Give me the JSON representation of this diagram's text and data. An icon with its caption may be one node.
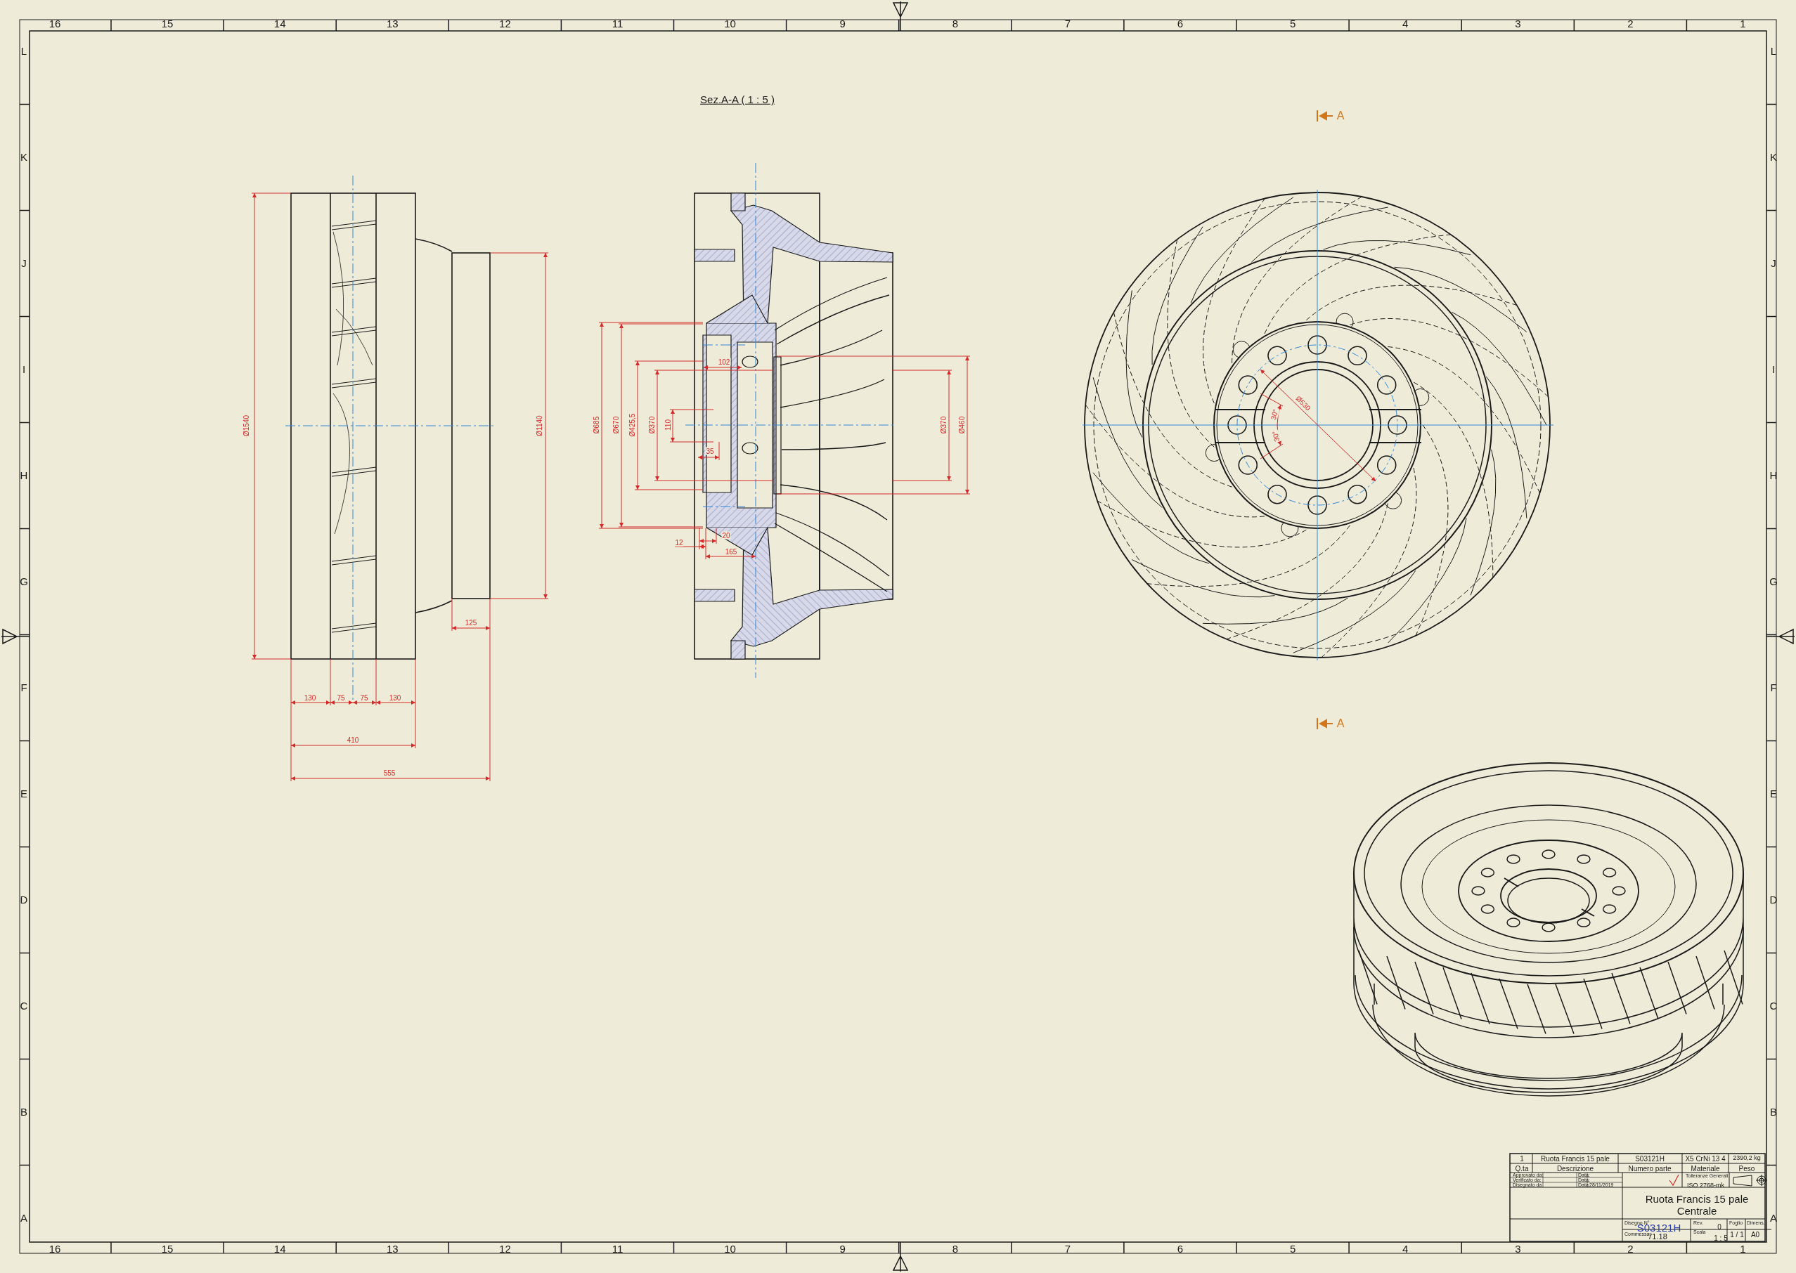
{
  "diagram": {
    "labels": [
      "16",
      "15",
      "14",
      "13",
      "12",
      "11",
      "10",
      "9",
      "8",
      "7",
      "6",
      "5",
      "4",
      "3",
      "2",
      "1",
      "Sez.A-A ( 1 : 5 )",
      "A",
      "Ø1540",
      "Ø1140",
      "125",
      "130",
      "75",
      "75",
      "130",
      "410",
      "555",
      "102",
      "Ø685",
      "Ø670",
      "Ø425,5",
      "Ø370",
      "110",
      "35",
      "Ø370",
      "Ø460",
      "20",
      "12",
      "165",
      "Ø530",
      "30°",
      "30°",
      "A",
      "1",
      "Ruota Francis 15 pale",
      "S03121H",
      "X5 CrNi 13 4",
      "2390,2 kg",
      "Q.ta",
      "Descrizione",
      "Numero parte",
      "Materiale",
      "Peso",
      "Approvato da:",
      "Data:",
      "Verificato da:",
      "Data:",
      "Disegnato da",
      "Data:",
      "28/11/2019",
      "Tolleranze Generali:",
      "ISO 2768-mk",
      "Ruota Francis 15 pale Centrale",
      "Disegno N°:",
      "S03121H",
      "Rev.",
      "0",
      "Foglio",
      "1 / 1",
      "Dimens.",
      "A0",
      "Commessa:",
      "71.18",
      "Scala",
      "1 : 5",
      "L",
      "K",
      "J",
      "I",
      "H",
      "G",
      "F",
      "E",
      "D",
      "C",
      "B",
      "A",
      "L",
      "K",
      "J",
      "I",
      "H",
      "G",
      "F",
      "E",
      "D",
      "C",
      "B",
      "A",
      "16",
      "15",
      "14",
      "13",
      "12",
      "11",
      "10",
      "9",
      "8",
      "7",
      "6",
      "5",
      "4",
      "3",
      "2",
      "1"
    ]
  }
}
